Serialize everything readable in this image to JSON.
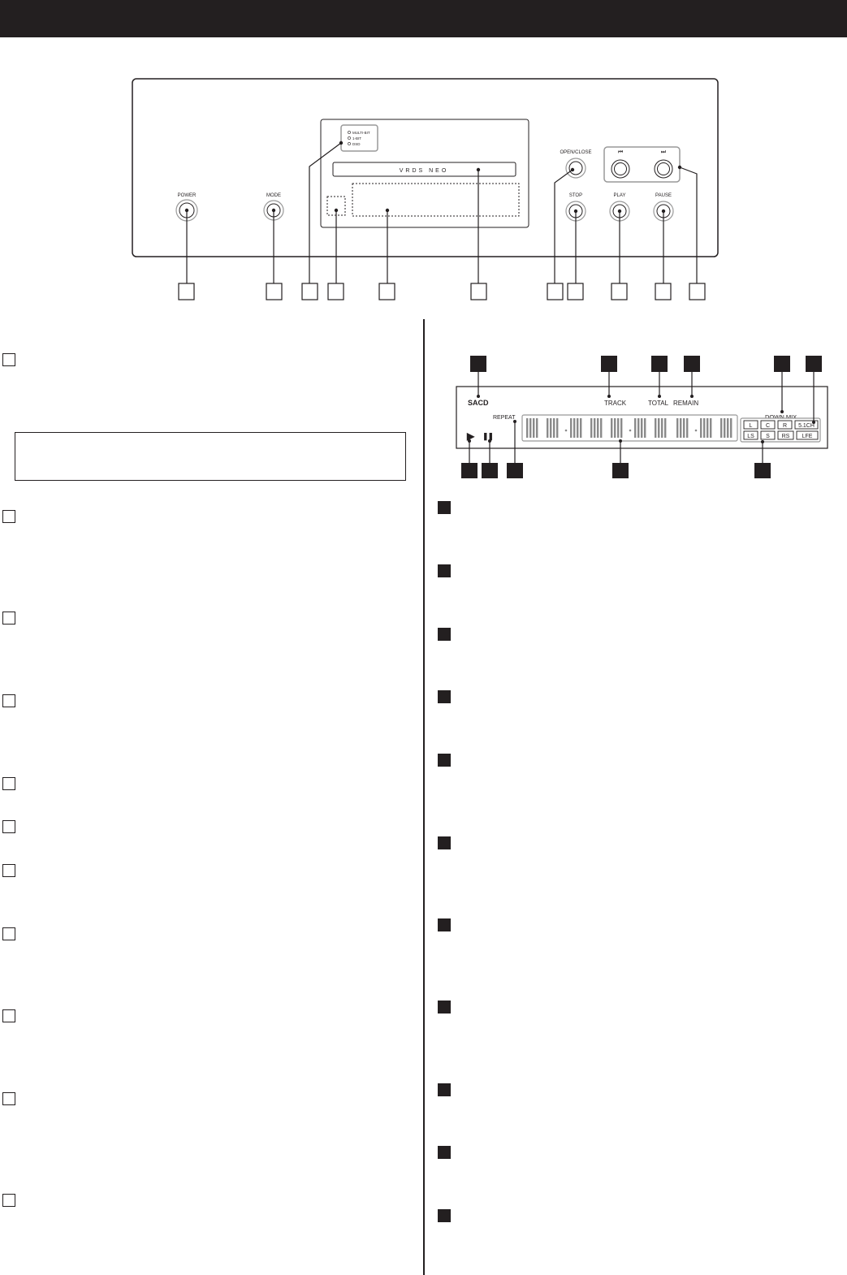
{
  "panel": {
    "power_label": "POWER",
    "mode_label": "MODE",
    "open_close_label": "OPEN/CLOSE",
    "stop_label": "STOP",
    "play_label": "PLAY",
    "pause_label": "PAUSE",
    "skip_back_label": "⏮",
    "skip_fwd_label": "⏭",
    "indicators": [
      "MULTI-BIT",
      "1-BIT",
      "DSD"
    ],
    "tray_text": "VRDS NEO"
  },
  "display": {
    "sacd": "SACD",
    "track": "TRACK",
    "total": "TOTAL",
    "remain": "REMAIN",
    "repeat": "REPEAT",
    "down_mix": "DOWN MIX",
    "channels_top": [
      "L",
      "C",
      "R",
      "5.1CH"
    ],
    "channels_bottom": [
      "LS",
      "S",
      "RS",
      "LFE"
    ],
    "play_icon": "▶",
    "pause_icon": "❚❚"
  }
}
